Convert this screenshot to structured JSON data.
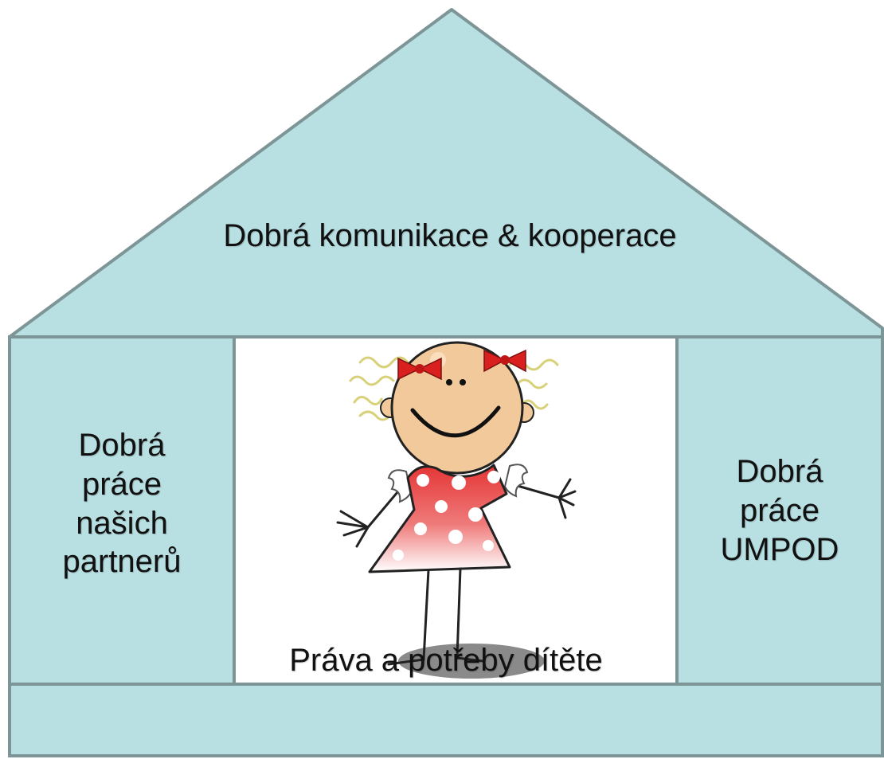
{
  "colors": {
    "fill": "#b8dfe2",
    "stroke": "#7d9597",
    "text": "#111111",
    "dress_red": "#e53535",
    "bow_red": "#d9201f",
    "skin": "#f2c99a",
    "hair": "#d8d17a"
  },
  "roof": {
    "text": "Dobrá komunikace & kooperace"
  },
  "left_pillar": {
    "lines": [
      "Dobrá",
      "práce",
      "našich",
      "partnerů"
    ]
  },
  "right_pillar": {
    "lines": [
      "Dobrá",
      "práce",
      "UMPOD"
    ]
  },
  "foundation": {
    "text": "Práva a potřeby dítěte"
  },
  "center": {
    "icon": "smiling-girl-illustration"
  }
}
